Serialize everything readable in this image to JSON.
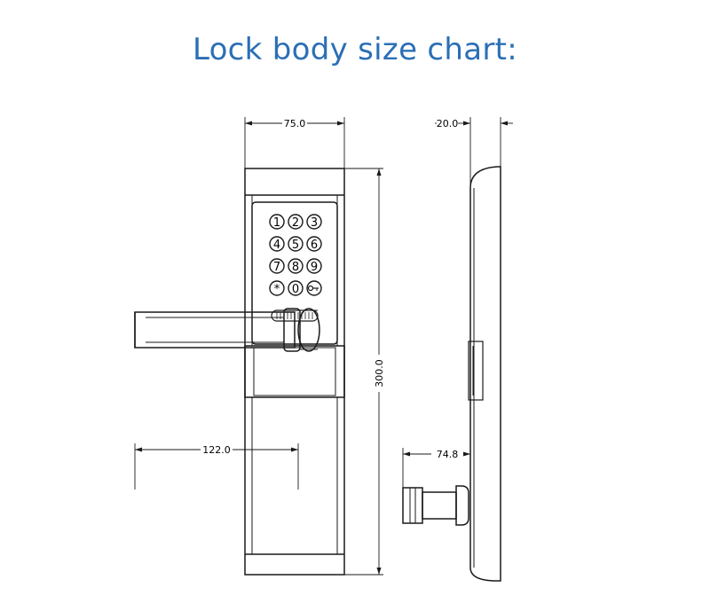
{
  "title": "Lock body size chart:",
  "dimensions": {
    "front_width": "75.0",
    "height": "300.0",
    "handle_length": "122.0",
    "side_depth": "20.0",
    "side_handle_projection": "74.8"
  },
  "keypad": {
    "keys": [
      "1",
      "2",
      "3",
      "4",
      "5",
      "6",
      "7",
      "8",
      "9",
      "*",
      "0",
      "key-symbol"
    ]
  }
}
